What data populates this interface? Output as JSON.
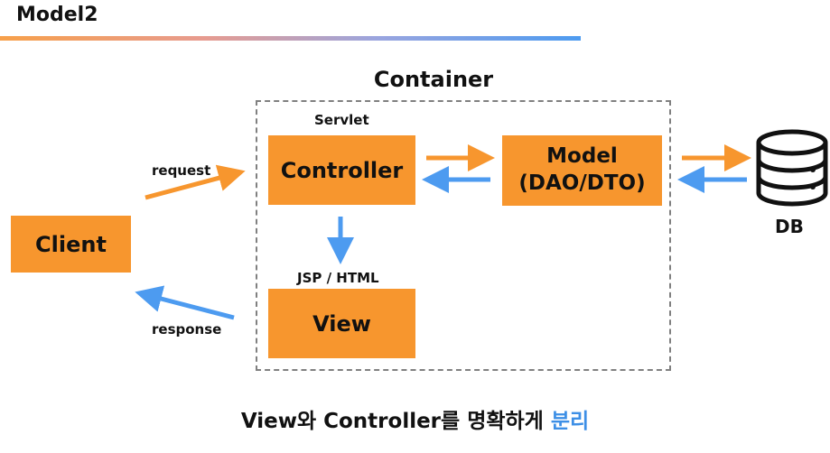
{
  "page": {
    "title": "Model2"
  },
  "diagram": {
    "container_label": "Container",
    "servlet_label": "Servlet",
    "jsp_label": "JSP / HTML",
    "client_label": "Client",
    "controller_label": "Controller",
    "model_label_line1": "Model",
    "model_label_line2": "(DAO/DTO)",
    "view_label": "View",
    "request_label": "request",
    "response_label": "response",
    "db_label": "DB",
    "db_icon": "database-icon"
  },
  "caption": {
    "text_main": "View와 Controller를 명확하게 ",
    "text_accent": "분리"
  },
  "colors": {
    "box_fill": "#f7962e",
    "arrow_orange": "#f7962e",
    "arrow_blue": "#4d9bf0",
    "accent_text": "#3d8fe6",
    "container_border": "#808080"
  }
}
